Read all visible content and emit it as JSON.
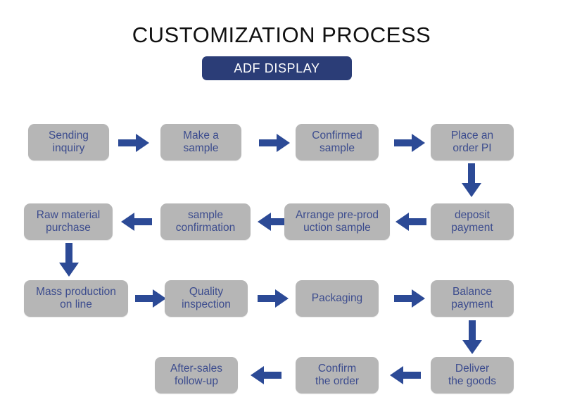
{
  "header": {
    "title": "CUSTOMIZATION PROCESS",
    "badge_label": "ADF DISPLAY"
  },
  "colors": {
    "box_fill": "#b6b6b6",
    "box_text": "#3c4c8e",
    "arrow": "#2c4a96",
    "badge_bg": "#2b3d77",
    "badge_text": "#ffffff",
    "title_text": "#111111",
    "background": "#ffffff"
  },
  "flowchart": {
    "type": "process-flow",
    "direction": "boustrophedon",
    "rows": [
      {
        "row_index": 1,
        "direction": "left-to-right",
        "steps": [
          {
            "step": 1,
            "line1": "Sending",
            "line2": "inquiry"
          },
          {
            "step": 2,
            "line1": "Make a",
            "line2": "sample"
          },
          {
            "step": 3,
            "line1": "Confirmed",
            "line2": "sample"
          },
          {
            "step": 4,
            "line1": "Place an",
            "line2": "order PI"
          }
        ]
      },
      {
        "row_index": 2,
        "direction": "right-to-left",
        "steps": [
          {
            "step": 8,
            "line1": "Raw material",
            "line2": "purchase"
          },
          {
            "step": 7,
            "line1": "sample",
            "line2": "confirmation"
          },
          {
            "step": 6,
            "line1": "Arrange pre-prod",
            "line2": "uction sample"
          },
          {
            "step": 5,
            "line1": "deposit",
            "line2": "payment"
          }
        ]
      },
      {
        "row_index": 3,
        "direction": "left-to-right",
        "steps": [
          {
            "step": 9,
            "line1": "Mass production",
            "line2": "on line"
          },
          {
            "step": 10,
            "line1": "Quality",
            "line2": "inspection"
          },
          {
            "step": 11,
            "line1": "Packaging",
            "line2": ""
          },
          {
            "step": 12,
            "line1": "Balance",
            "line2": "payment"
          }
        ]
      },
      {
        "row_index": 4,
        "direction": "right-to-left",
        "steps": [
          {
            "step": 15,
            "line1": "After-sales",
            "line2": "follow-up"
          },
          {
            "step": 14,
            "line1": "Confirm",
            "line2": "the order"
          },
          {
            "step": 13,
            "line1": "Deliver",
            "line2": "the goods"
          }
        ]
      }
    ],
    "connectors": [
      {
        "name": "arrow-r1-s1-s2",
        "direction": "right"
      },
      {
        "name": "arrow-r1-s2-s3",
        "direction": "right"
      },
      {
        "name": "arrow-r1-s3-s4",
        "direction": "right"
      },
      {
        "name": "arrow-r1-to-r2",
        "direction": "down"
      },
      {
        "name": "arrow-r2-s5-s6",
        "direction": "left"
      },
      {
        "name": "arrow-r2-s6-s7",
        "direction": "left"
      },
      {
        "name": "arrow-r2-s7-s8",
        "direction": "left"
      },
      {
        "name": "arrow-r2-to-r3",
        "direction": "down"
      },
      {
        "name": "arrow-r3-s9-s10",
        "direction": "right"
      },
      {
        "name": "arrow-r3-s10-s11",
        "direction": "right"
      },
      {
        "name": "arrow-r3-s11-s12",
        "direction": "right"
      },
      {
        "name": "arrow-r3-to-r4",
        "direction": "down"
      },
      {
        "name": "arrow-r4-s13-s14",
        "direction": "left"
      },
      {
        "name": "arrow-r4-s14-s15",
        "direction": "left"
      }
    ]
  }
}
